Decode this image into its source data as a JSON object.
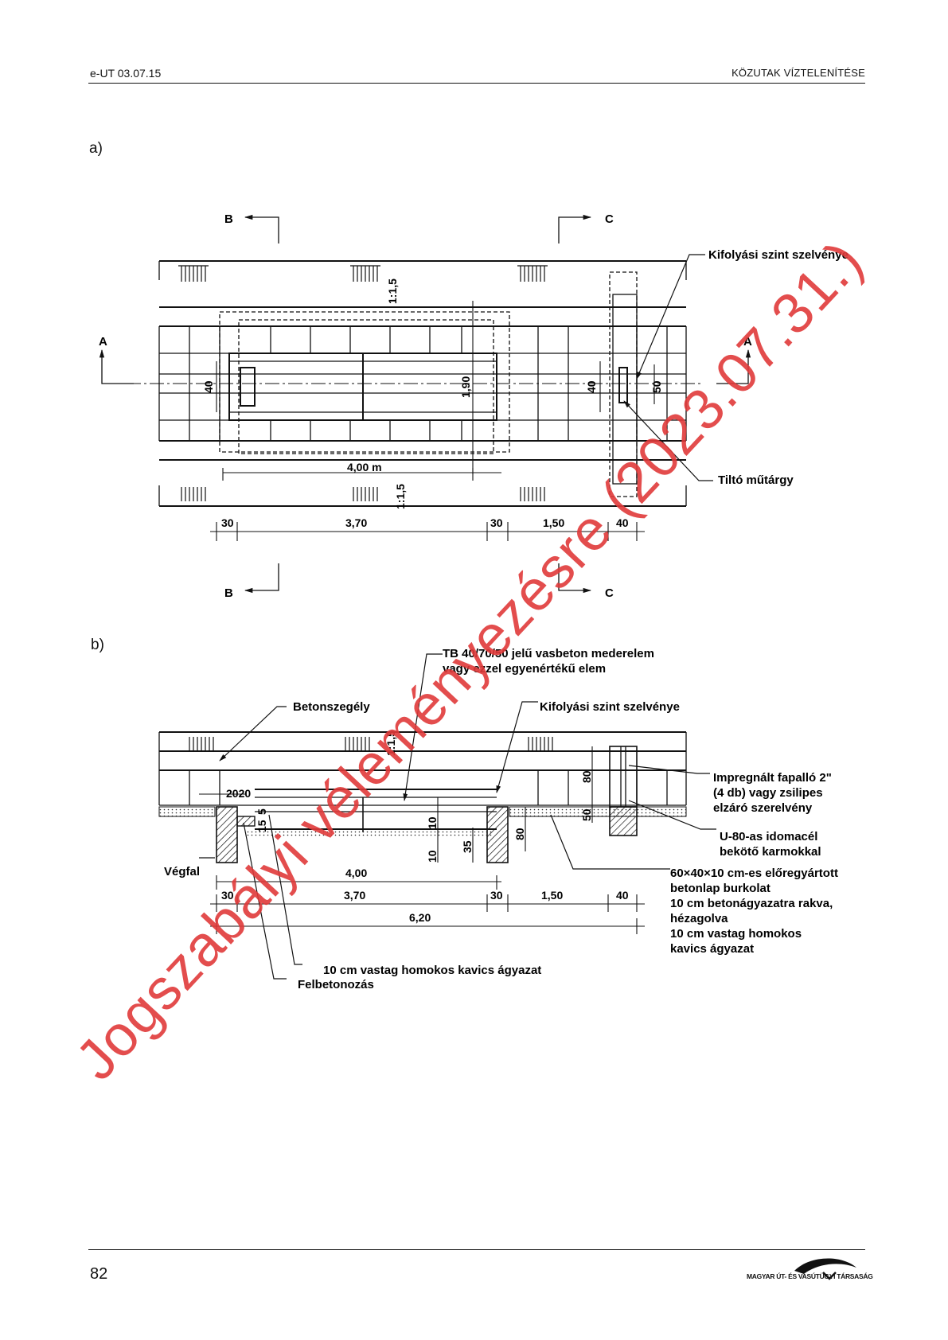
{
  "header": {
    "left": "e-UT 03.07.15",
    "right": "KÖZUTAK VÍZTELENÍTÉSE"
  },
  "footer": {
    "page_number": "82",
    "publisher": "MAGYAR ÚT- ÉS VASÚTÜGYI TÁRSASÁG"
  },
  "watermark": "Jogszabályi véleményezésre (2023.07.31.)",
  "figure_a": {
    "label": "a)",
    "section_marks": {
      "a_left": "A",
      "a_right": "A",
      "b_top": "B",
      "b_bottom": "B",
      "c_top": "C",
      "c_bottom": "C"
    },
    "callouts": {
      "outlet": "Kifolyási szint szelvénye",
      "sluice": "Tiltó műtárgy"
    },
    "slopes": {
      "top": "1:1,5",
      "bottom": "1:1,5"
    },
    "inner_dims": {
      "left40": "40",
      "mid190": "1,90",
      "right40": "40",
      "right50": "50",
      "len400": "4,00 m"
    },
    "bottom_dims": [
      "30",
      "3,70",
      "30",
      "1,50",
      "40"
    ]
  },
  "figure_b": {
    "label": "b)",
    "callouts": {
      "element": "TB 40/70/50 jelű vasbeton mederelem",
      "element2": "vagy ezzel egyenértékű elem",
      "outlet": "Kifolyási szint szelvénye",
      "curb": "Betonszegély",
      "post1": "Impregnált fapalló 2\"",
      "post2": "(4 db) vagy zsilipes",
      "post3": "elzáró szerelvény",
      "channel1": "U-80-as idomacél",
      "channel2": "bekötő karmokkal",
      "endwall": "Végfal",
      "slab1": "60×40×10 cm-es előregyártott",
      "slab2": "betonlap burkolat",
      "slab3": "10 cm betonágyazatra rakva,",
      "slab4": "hézagolva",
      "slab5": "10 cm vastag homokos",
      "slab6": "kavics ágyazat",
      "gravel": "10 cm vastag homokos kavics ágyazat",
      "topping": "Felbetonozás"
    },
    "slope": "1:1,5",
    "small_dims": {
      "d2020": "2020",
      "d5": "5",
      "d15": "15",
      "d10a": "10",
      "d10b": "10",
      "d35": "35",
      "d80a": "80",
      "d80b": "80",
      "d50": "50"
    },
    "dims_row1": {
      "len400": "4,00"
    },
    "dims_row2": [
      "30",
      "3,70",
      "30",
      "1,50",
      "40"
    ],
    "dims_row3": {
      "total": "6,20"
    }
  }
}
